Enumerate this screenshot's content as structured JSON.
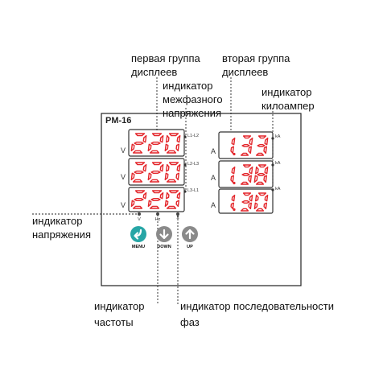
{
  "callouts": {
    "first_group": "первая группа\nдисплеев",
    "second_group": "вторая группа\nдисплеев",
    "interphase": "индикатор\nмежфазного\nнапряжения",
    "kiloamp": "индикатор\nкилоампер",
    "voltage": "индикатор\nнапряжения",
    "frequency": "индикатор\nчастоты",
    "phase_seq": "индикатор последовательности\nфаз"
  },
  "device": {
    "model": "PM-16",
    "left_displays": [
      {
        "unit": "V",
        "value": "220",
        "phase": "L1-L2"
      },
      {
        "unit": "V",
        "value": "220",
        "phase": "L2-L3"
      },
      {
        "unit": "V",
        "value": "220",
        "phase": "L3-L1"
      }
    ],
    "right_displays": [
      {
        "unit": "A",
        "value": "1.33",
        "suffix": "kA"
      },
      {
        "unit": "A",
        "value": "1.38",
        "suffix": "kA"
      },
      {
        "unit": "A",
        "value": "1.30",
        "suffix": "kA"
      }
    ],
    "leds": [
      "V",
      "Hz",
      "⊻"
    ],
    "buttons": [
      {
        "label": "MENU",
        "icon": "menu-arrow-icon"
      },
      {
        "label": "DOWN",
        "icon": "down-arrow-icon"
      },
      {
        "label": "UP",
        "icon": "up-arrow-icon"
      }
    ]
  },
  "colors": {
    "segment_red": "#e3262b",
    "menu_button": "#27a6a6",
    "nav_button": "#8a8a8a"
  }
}
